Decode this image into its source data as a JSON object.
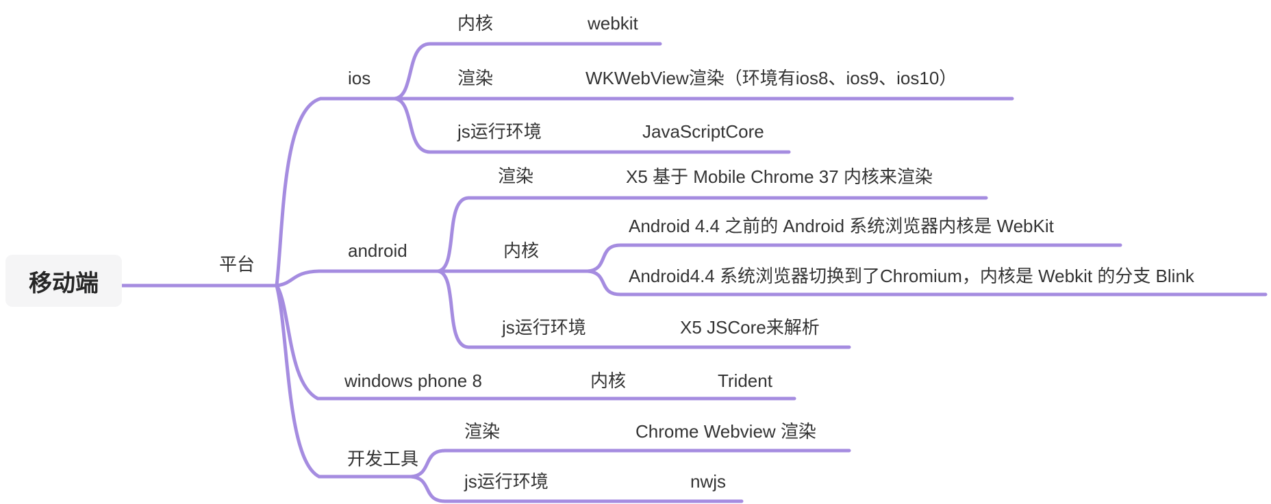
{
  "colors": {
    "branch": "#a58ce0",
    "text": "#333333",
    "root_bg": "#f5f5f6",
    "root_text": "#262626"
  },
  "tree": {
    "label": "移动端",
    "children": [
      {
        "label": "平台",
        "children": [
          {
            "label": "ios",
            "children": [
              {
                "label": "内核",
                "children": [
                  {
                    "label": "webkit"
                  }
                ]
              },
              {
                "label": "渲染",
                "children": [
                  {
                    "label": "WKWebView渲染（环境有ios8、ios9、ios10）"
                  }
                ]
              },
              {
                "label": "js运行环境",
                "children": [
                  {
                    "label": "JavaScriptCore"
                  }
                ]
              }
            ]
          },
          {
            "label": "android",
            "children": [
              {
                "label": "渲染",
                "children": [
                  {
                    "label": "X5 基于 Mobile Chrome 37 内核来渲染"
                  }
                ]
              },
              {
                "label": "内核",
                "children": [
                  {
                    "label": "Android 4.4 之前的 Android 系统浏览器内核是 WebKit"
                  },
                  {
                    "label": "Android4.4 系统浏览器切换到了Chromium，内核是 Webkit 的分支 Blink"
                  }
                ]
              },
              {
                "label": "js运行环境",
                "children": [
                  {
                    "label": "X5 JSCore来解析"
                  }
                ]
              }
            ]
          },
          {
            "label": "windows phone 8",
            "children": [
              {
                "label": "内核",
                "children": [
                  {
                    "label": "Trident"
                  }
                ]
              }
            ]
          },
          {
            "label": "开发工具",
            "children": [
              {
                "label": "渲染",
                "children": [
                  {
                    "label": "Chrome Webview 渲染"
                  }
                ]
              },
              {
                "label": "js运行环境",
                "children": [
                  {
                    "label": "nwjs"
                  }
                ]
              }
            ]
          }
        ]
      }
    ]
  }
}
